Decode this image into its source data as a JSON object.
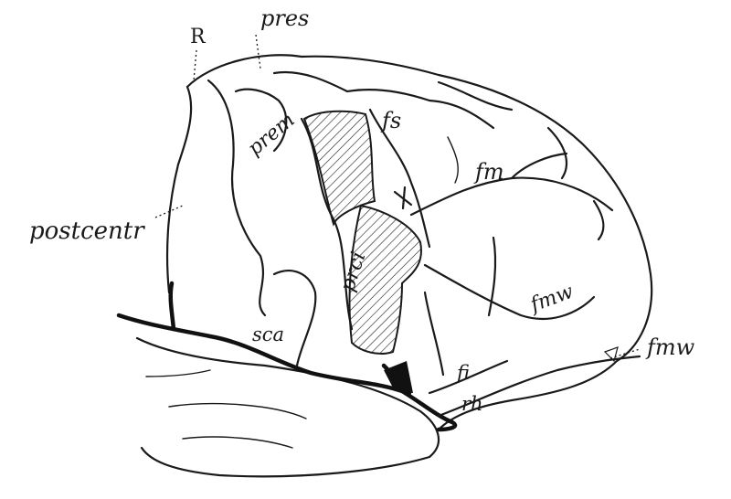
{
  "labels": {
    "R": "R",
    "pres": "pres",
    "prem": "prem",
    "fs": "fs",
    "fm": "fm",
    "postcentr": "postcentr",
    "prci": "prci",
    "fmw_inner": "fmw",
    "fmw_outer": "fmw",
    "sca": "sca",
    "fi": "fi",
    "rh": "rh"
  },
  "colors": {
    "ink": "#1a1a1a",
    "paper": "#ffffff"
  }
}
